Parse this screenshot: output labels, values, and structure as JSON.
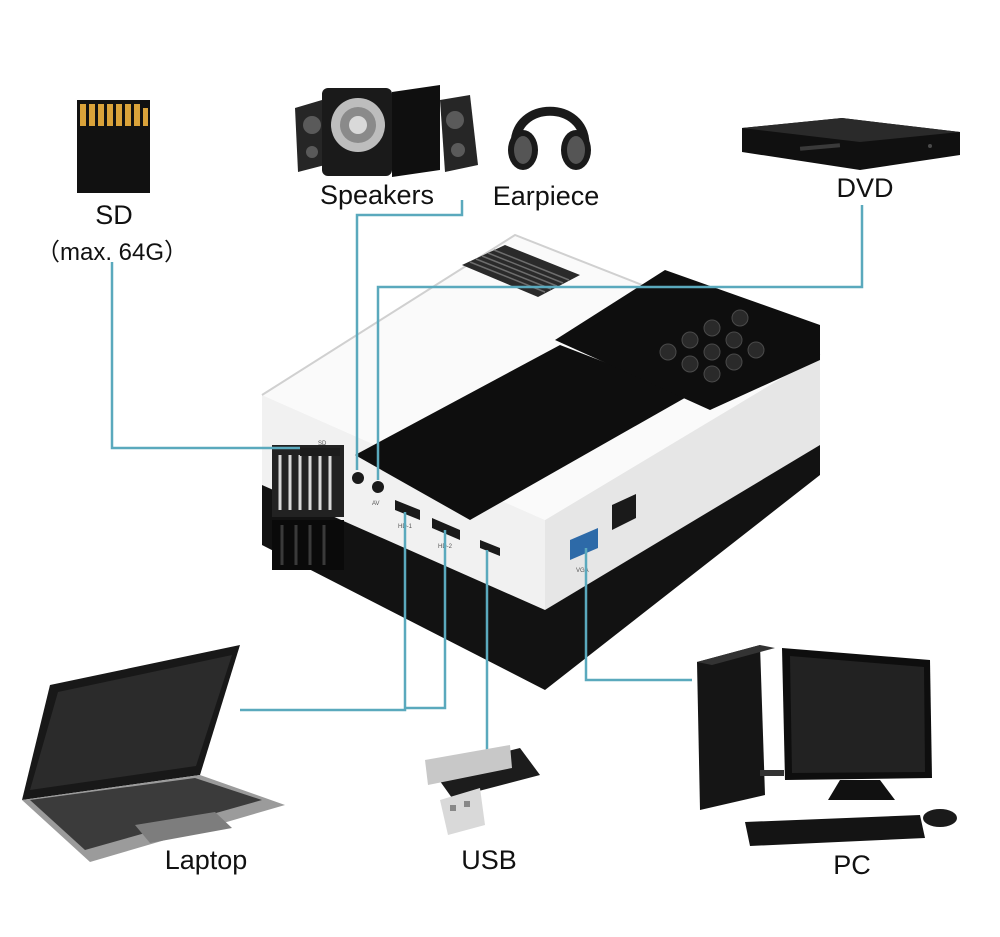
{
  "colors": {
    "connector": "#5aa9bd",
    "device_dark": "#141414",
    "device_white": "#f4f4f4",
    "background": "#ffffff"
  },
  "devices": {
    "sd": {
      "label": "SD",
      "sublabel": "（max. 64G）",
      "icon": "sd-card-icon"
    },
    "speakers": {
      "label": "Speakers",
      "icon": "speakers-icon"
    },
    "earpiece": {
      "label": "Earpiece",
      "icon": "headphones-icon"
    },
    "dvd": {
      "label": "DVD",
      "icon": "dvd-player-icon"
    },
    "laptop": {
      "label": "Laptop",
      "icon": "laptop-icon"
    },
    "usb": {
      "label": "USB",
      "icon": "usb-drive-icon"
    },
    "pc": {
      "label": "PC",
      "icon": "desktop-pc-icon"
    }
  },
  "projector": {
    "icon": "projector-icon",
    "ports": {
      "sd": "SD",
      "av": "AV",
      "hdmi1": "HD-1",
      "hdmi2": "HD-2",
      "vga": "VGA"
    }
  }
}
